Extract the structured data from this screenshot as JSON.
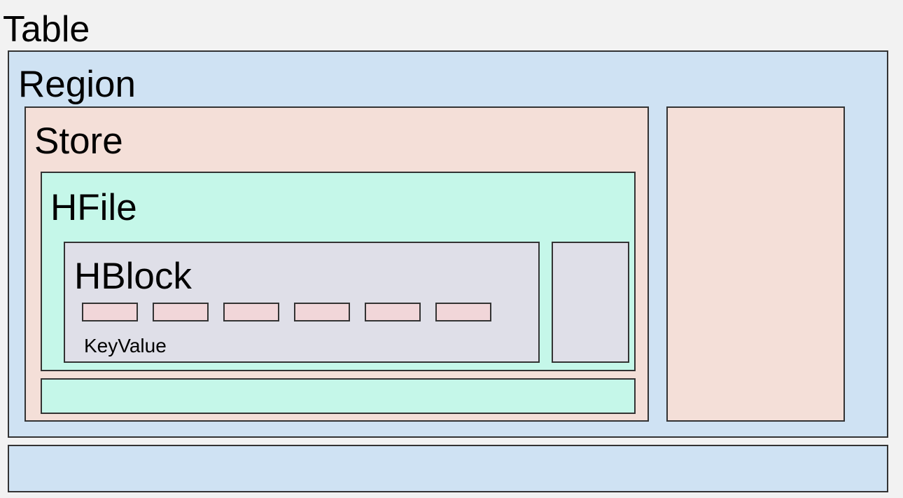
{
  "labels": {
    "table": "Table",
    "region": "Region",
    "store": "Store",
    "hfile": "HFile",
    "hblock": "HBlock",
    "keyvalue": "KeyValue"
  },
  "keyvalue_count": 6,
  "colors": {
    "background": "#f2f2f2",
    "region": "#cfe2f3",
    "store": "#f4dfd8",
    "hfile": "#c5f7e9",
    "hblock": "#dfdfe8",
    "keyvalue": "#f1d6d9",
    "border": "#333333"
  }
}
